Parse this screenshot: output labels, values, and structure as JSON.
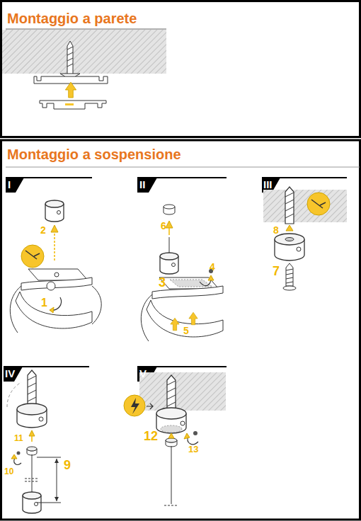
{
  "diagram": {
    "labels": [
      "Montaggio a parete",
      "Montaggio a sospensione",
      "I",
      "1",
      "2",
      "II",
      "3",
      "4",
      "5",
      "6",
      "III",
      "7",
      "8",
      "IV",
      "9",
      "10",
      "11",
      "V",
      "12",
      "13"
    ]
  }
}
